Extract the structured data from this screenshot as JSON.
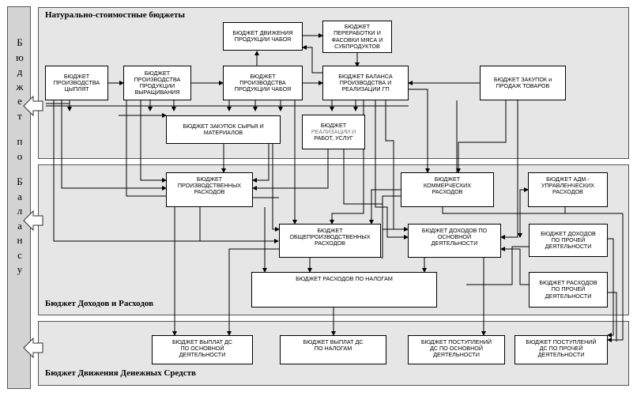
{
  "sidebar": {
    "title": "Бюджет по Балансу"
  },
  "sections": {
    "natural": "Натурально-стоимостные бюджеты",
    "income": "Бюджет Доходов и Расходов",
    "cash": "Бюджет Движения Денежных Средств"
  },
  "boxes": {
    "chicken": "БЮДЖЕТ\nПРОИЗВОДСТВА\nЦЫПЛЯТ",
    "broiler": "БЮДЖЕТ\nПРОИЗВОДСТВА\nПРОДУКЦИИ\nВЫРАЩИВАНИЯ",
    "meat": "БЮДЖЕТ\nПРОИЗВОДСТВА\nПРОДУКЦИИ ЧАБОЯ",
    "movement": "БЮДЖЕТ ДВИЖЕНИЯ\nПРОДУКЦИИ ЧАБОЯ",
    "processing": "БЮДЖЕТ\nПЕРЕРАБОТКИ И\nФАСОВКИ МЯСА И\nСУБПРОДУКТОВ",
    "balance": "БЮДЖЕТ БАЛАНСА\nПРОИЗВОДСТВА И\nРЕАЛИЗАЦИИ ГП",
    "goods": "БЮДЖЕТ ЗАКУПОК и\nПРОДАЖ ТОВАРОВ",
    "materials": "БЮДЖЕТ ЗАКУПОК СЫРЬЯ И\nМАТЕРИАЛОВ",
    "services_line1": "БЮДЖЕТ",
    "services_line2": "РЕАЛИЗАЦИИ И",
    "services_line3": "РАБОТ, УСЛУГ",
    "production_costs": "БЮДЖЕТ\nПРОИЗВОДСТВЕННЫХ\nРАСХОДОВ",
    "commercial": "БЮДЖЕТ\nКОММЕРЧЕСКИХ\nРАСХОДОВ",
    "admin": "БЮДЖЕТ АДМ.-\nУПРАВЛЕНЧЕСКИХ\nРАСХОДОВ",
    "overhead": "БЮДЖЕТ\nОБЩЕПРОИЗВОДСТВЕННЫХ\nРАСХОДОВ",
    "income_main": "БЮДЖЕТ ДОХОДОВ ПО\nОСНОВНОЙ\nДЕЯТЕЛЬНОСТИ",
    "income_other": "БЮДЖЕТ ДОХОДОВ\nПО ПРОЧЕЙ\nДЕЯТЕЛЬНОСТИ",
    "taxes": "БЮДЖЕТ РАСХОДОВ ПО НАЛОГАМ",
    "expense_other": "БЮДЖЕТ РАСХОДОВ\nПО ПРОЧЕЙ\nДЕЯТЕЛЬНОСТИ",
    "pay_main": "БЮДЖЕТ ВЫПЛАТ ДС\nПО ОСНОВНОЙ\nДЕЯТЕЛЬНОСТИ",
    "pay_tax": "БЮДЖЕТ ВЫПЛАТ ДС\nПО НАЛОГАМ",
    "receipt_main": "БЮДЖЕТ ПОСТУПЛЕНИЙ\nДС ПО ОСНОВНОЙ\nДЕЯТЕЛЬНОСТИ",
    "receipt_other": "БЮДЖЕТ ПОСТУПЛЕНИЙ\nДС ПО ПРОЧЕЙ\nДЕЯТЕЛЬНОСТИ"
  }
}
